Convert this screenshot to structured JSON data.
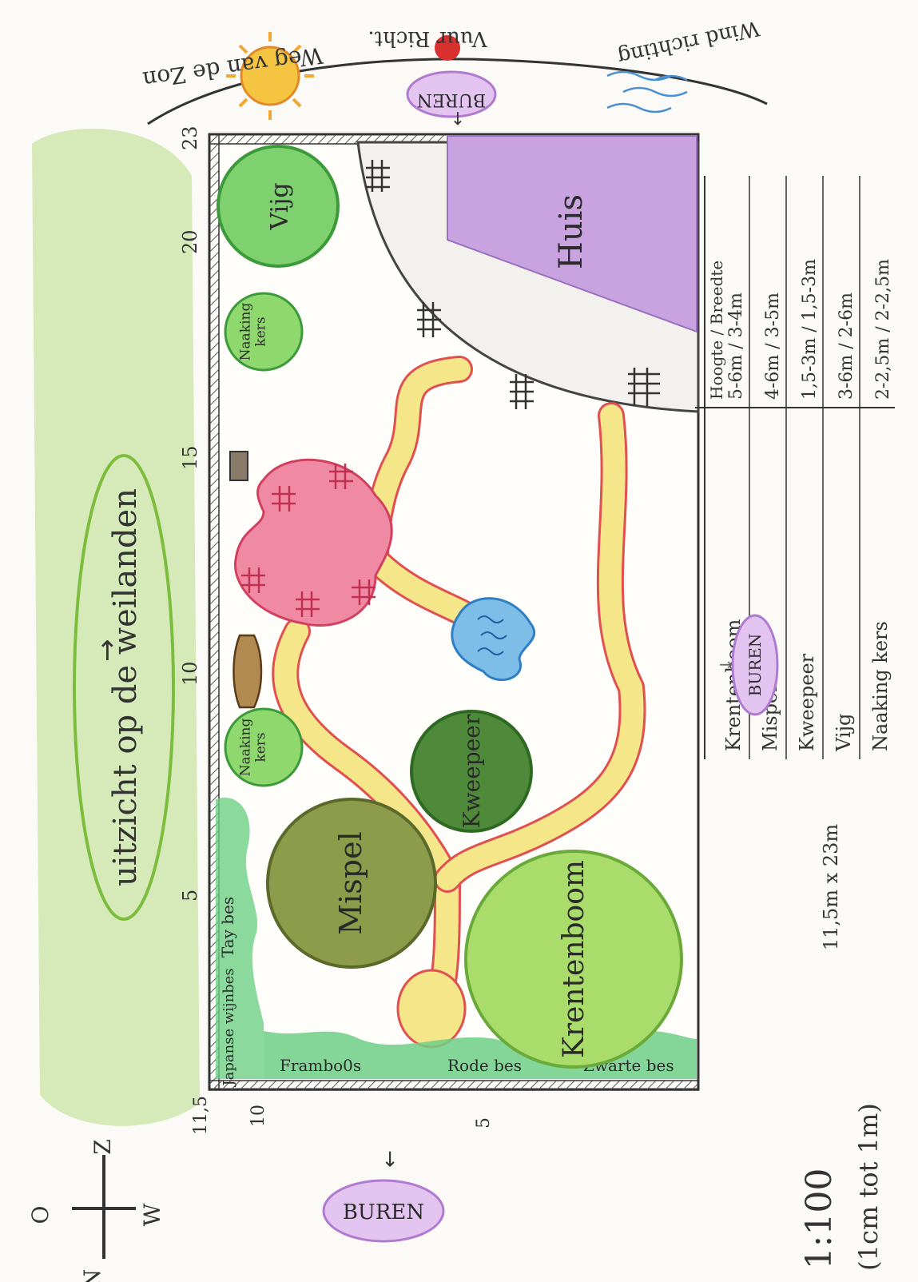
{
  "view": {
    "label": "uitzicht op de weilanden"
  },
  "compass": {
    "north": "N",
    "east": "O",
    "south": "Z",
    "west": "W"
  },
  "neighbors": {
    "left": "BUREN",
    "bottom": "BUREN",
    "right": "BUREN"
  },
  "top_scale": {
    "ticks": [
      "5",
      "10",
      "15",
      "20",
      "23"
    ]
  },
  "left_scale": {
    "ticks": [
      "10",
      "11,5",
      "5"
    ]
  },
  "garden": {
    "dimensions": "11,5m x 23m",
    "house": "Huis",
    "trees": [
      {
        "name": "Vijg"
      },
      {
        "name": "Naaking\nkers"
      },
      {
        "name": "Naaking\nkers"
      },
      {
        "name": "Mispel"
      },
      {
        "name": "Kweepeer"
      },
      {
        "name": "Krentenboom"
      }
    ],
    "border_plants": [
      "Tay bes",
      "Japanse wijnbes",
      "Frambo0s",
      "Rode bes",
      "Zwarte bes"
    ]
  },
  "legend_table": {
    "header": "Hoogte / Breedte",
    "rows": [
      {
        "name": "Krentenboom",
        "value": "5-6m / 3-4m"
      },
      {
        "name": "Mispel",
        "value": "4-6m / 3-5m"
      },
      {
        "name": "Kweepeer",
        "value": "1,5-3m / 1,5-3m"
      },
      {
        "name": "Vijg",
        "value": "3-6m / 2-6m"
      },
      {
        "name": "Naaking kers",
        "value": "2-2,5m / 2-2,5m"
      }
    ]
  },
  "annotations": {
    "sun": "Weg van de Zon",
    "fire": "Vuur Richt.",
    "wind": "Wind richting"
  },
  "scale": {
    "ratio": "1:100",
    "note": "(1cm tot 1m)"
  },
  "colors": {
    "meadow": "#a6d86a",
    "house": "#c9a3e0",
    "pink": "#e96c8a",
    "pond": "#5aa8de",
    "path": "#f6e68a",
    "hedge": "#6fcf86",
    "sun": "#f5c542",
    "fire": "#d93030"
  }
}
